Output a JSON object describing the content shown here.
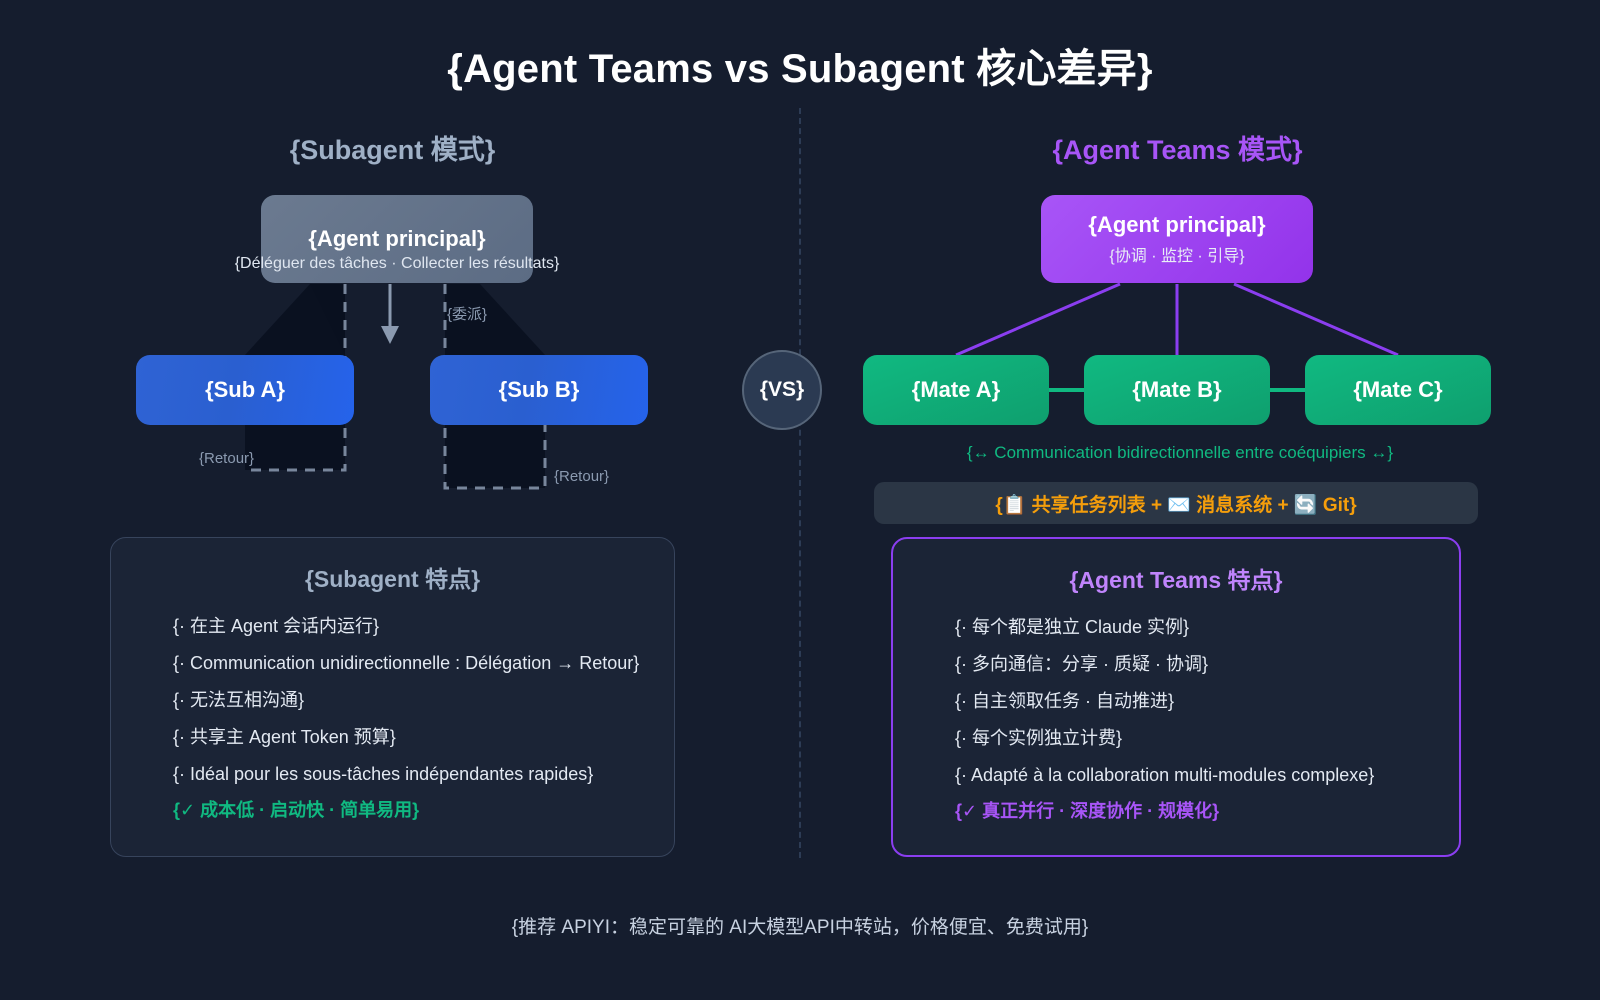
{
  "title": "{Agent Teams vs Subagent 核心差异}",
  "columns": {
    "left_header": "{Subagent 模式}",
    "right_header": "{Agent Teams 模式}"
  },
  "left_flow": {
    "agent": {
      "name": "{Agent principal}",
      "subtitle": "{Déléguer des tâches · Collecter les résultats}"
    },
    "sub_a": "{Sub A}",
    "sub_b": "{Sub B}",
    "delegate_label": "{委派}",
    "return_label_a": "{Retour}",
    "return_label_b": "{Retour}"
  },
  "vs_badge": "{VS}",
  "right_flow": {
    "agent": {
      "name": "{Agent principal}",
      "subtitle": "{协调 · 监控 · 引导}"
    },
    "mate_a": "{Mate A}",
    "mate_b": "{Mate B}",
    "mate_c": "{Mate C}",
    "bidirectional_caption": "{↔ Communication bidirectionnelle entre coéquipiers ↔}",
    "infrastructure_bar": "{📋 共享任务列表 + ✉️ 消息系统 + 🔄 Git}"
  },
  "left_card": {
    "title": "{Subagent 特点}",
    "items": [
      "{· 在主 Agent 会话内运行}",
      "{· Communication unidirectionnelle : Délégation → Retour}",
      "{· 无法互相沟通}",
      "{· 共享主 Agent Token 预算}",
      "{· Idéal pour les sous-tâches indépendantes rapides}"
    ],
    "highlight": "{✓ 成本低 · 启动快 · 简单易用}"
  },
  "right_card": {
    "title": "{Agent Teams 特点}",
    "items": [
      "{· 每个都是独立 Claude 实例}",
      "{· 多向通信：分享 · 质疑 · 协调}",
      "{· 自主领取任务 · 自动推进}",
      "{· 每个实例独立计费}",
      "{· Adapté à la collaboration multi-modules complexe}"
    ],
    "highlight": "{✓ 真正并行 · 深度协作 · 规模化}"
  },
  "footer": "{推荐 APIYI：稳定可靠的 AI大模型API中转站，价格便宜、免费试用}",
  "colors": {
    "background": "#151d2e",
    "subagent_accent": "#9fb0c6",
    "teams_accent": "#a855f7",
    "sub_box": "#2563eb",
    "mate_box": "#10b981",
    "infra_text": "#f59e0b",
    "success_left": "#10b981",
    "success_right": "#a855f7"
  }
}
